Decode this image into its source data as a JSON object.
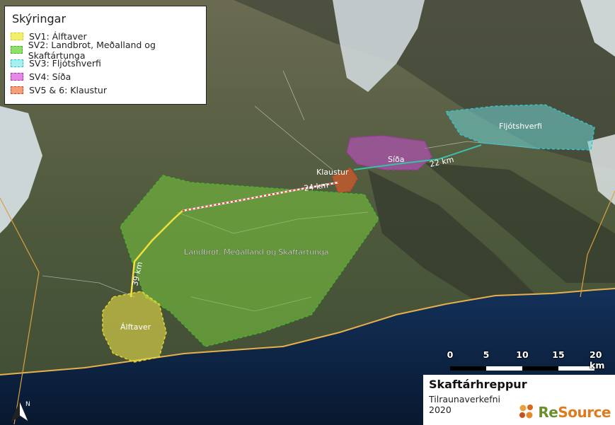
{
  "legend": {
    "title": "Skýringar",
    "items": [
      {
        "label": "SV1: Álftaver",
        "fill": "#f4ef6a",
        "stroke": "#d9cf1a"
      },
      {
        "label": "SV2: Landbrot, Meðalland og Skaftártunga",
        "fill": "#8fe06a",
        "stroke": "#46b52a"
      },
      {
        "label": "SV3: Fljótshverfi",
        "fill": "#a6f0ef",
        "stroke": "#2cc7d0"
      },
      {
        "label": "SV4: Síða",
        "fill": "#e48ae6",
        "stroke": "#b02fb2"
      },
      {
        "label": "SV5 & 6: Klaustur",
        "fill": "#f2a07a",
        "stroke": "#d8442a"
      }
    ]
  },
  "regions": {
    "alftaver": "Álftaver",
    "landbrot": "Landbrot, Meðalland og Skaftártunga",
    "fljotshverfi": "Fljótshverfi",
    "sida": "Síða",
    "klaustur": "Klaustur"
  },
  "distances": {
    "d39": "39 km",
    "d24": "24 km",
    "d22": "22 km"
  },
  "scalebar": {
    "ticks": [
      "0",
      "5",
      "10",
      "15",
      "20 km"
    ]
  },
  "title_block": {
    "title": "Skaftárhreppur",
    "subtitle": "Tilraunaverkefni",
    "year": "2020",
    "logo_text_a": "Re",
    "logo_text_b": "Source"
  },
  "colors": {
    "sea": "#0c2140",
    "land": "#4a5a3a",
    "coast": "#e8b04a"
  }
}
